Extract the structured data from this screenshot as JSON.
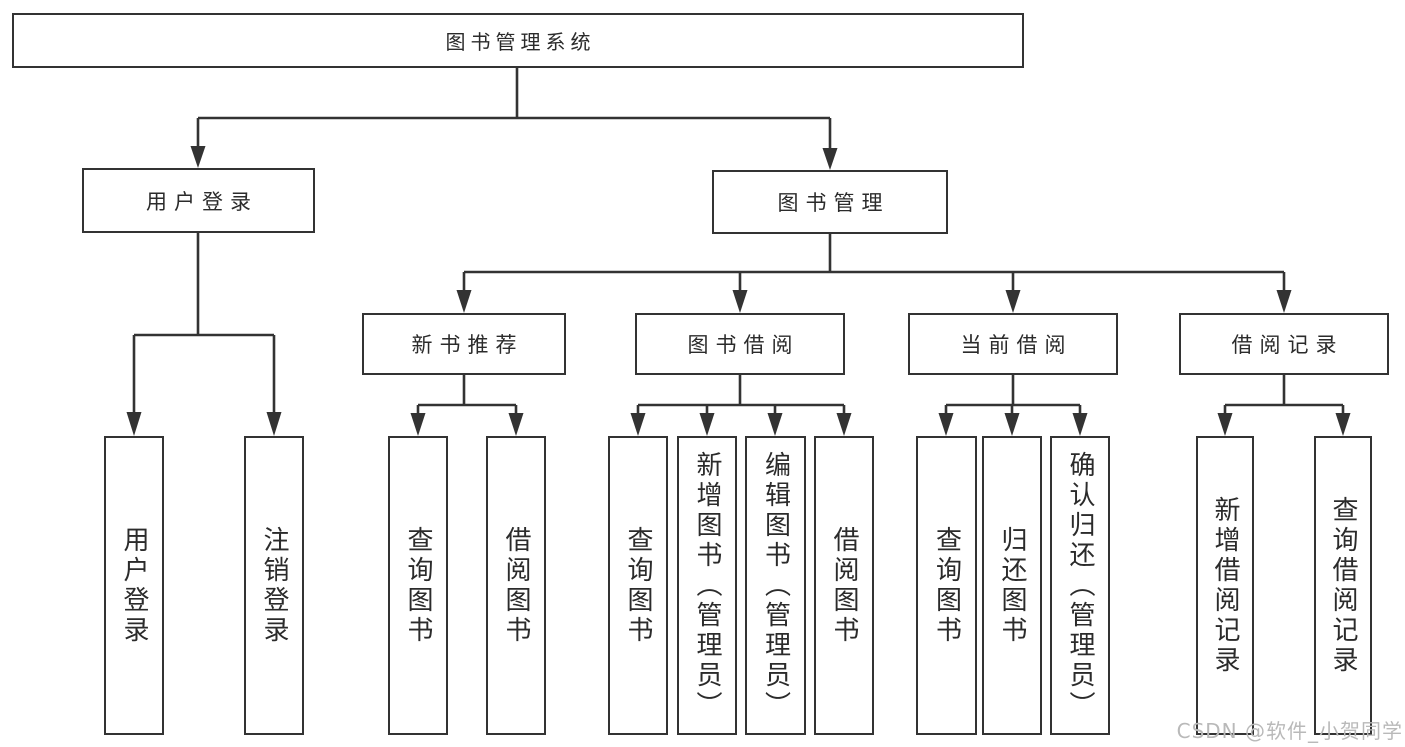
{
  "tree": {
    "root": "图书管理系统",
    "children": [
      {
        "label": "用户登录",
        "children": [
          {
            "label": "用户登录"
          },
          {
            "label": "注销登录"
          }
        ]
      },
      {
        "label": "图书管理",
        "children": [
          {
            "label": "新书推荐",
            "children": [
              {
                "label": "查询图书"
              },
              {
                "label": "借阅图书"
              }
            ]
          },
          {
            "label": "图书借阅",
            "children": [
              {
                "label": "查询图书"
              },
              {
                "label": "新增图书（管理员）"
              },
              {
                "label": "编辑图书（管理员）"
              },
              {
                "label": "借阅图书"
              }
            ]
          },
          {
            "label": "当前借阅",
            "children": [
              {
                "label": "查询图书"
              },
              {
                "label": "归还图书"
              },
              {
                "label": "确认归还（管理员）"
              }
            ]
          },
          {
            "label": "借阅记录",
            "children": [
              {
                "label": "新增借阅记录"
              },
              {
                "label": "查询借阅记录"
              }
            ]
          }
        ]
      }
    ]
  },
  "watermark": "CSDN @软件_小贺同学",
  "colors": {
    "line": "#333333",
    "box_border": "#333333",
    "text": "#2b2b2b",
    "background": "#ffffff",
    "watermark": "#b9b9b9"
  }
}
